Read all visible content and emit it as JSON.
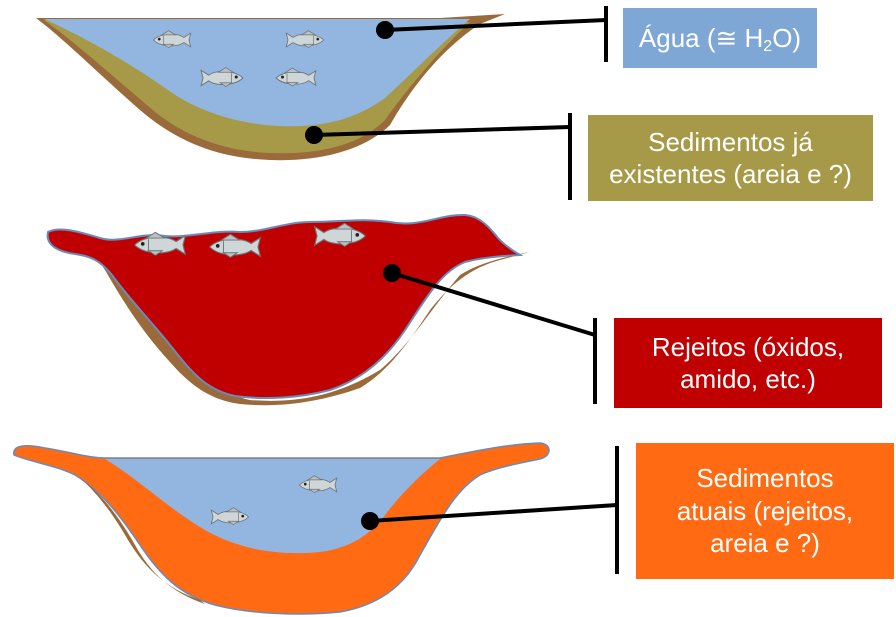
{
  "panels": [
    {
      "id": "original",
      "labels": [
        {
          "id": "agua",
          "prefix": "Água (≅ H",
          "sub": "2",
          "suffix": "O)",
          "color": "#7ea7d6"
        },
        {
          "id": "sedimentos-existentes",
          "lines": [
            "Sedimentos já",
            "existentes (areia e ?)"
          ],
          "color": "#a69a48"
        }
      ]
    },
    {
      "id": "rejeitos",
      "labels": [
        {
          "id": "rejeitos",
          "lines": [
            "Rejeitos (óxidos,",
            "amido, etc.)"
          ],
          "color": "#c00000"
        }
      ]
    },
    {
      "id": "atual",
      "labels": [
        {
          "id": "sedimentos-atuais",
          "lines": [
            "Sedimentos",
            "atuais (rejeitos,",
            "areia e ?)"
          ],
          "color": "#ff6a13"
        }
      ]
    }
  ],
  "colors": {
    "water": "#93b6e0",
    "sediment": "#a69a48",
    "bank": "#9a6a3a",
    "tailings": "#c00000",
    "current_sediment": "#ff6a13",
    "pointer": "#000000"
  },
  "icons": {
    "fish": "fish-icon",
    "marker": "pointer-dot-icon"
  }
}
